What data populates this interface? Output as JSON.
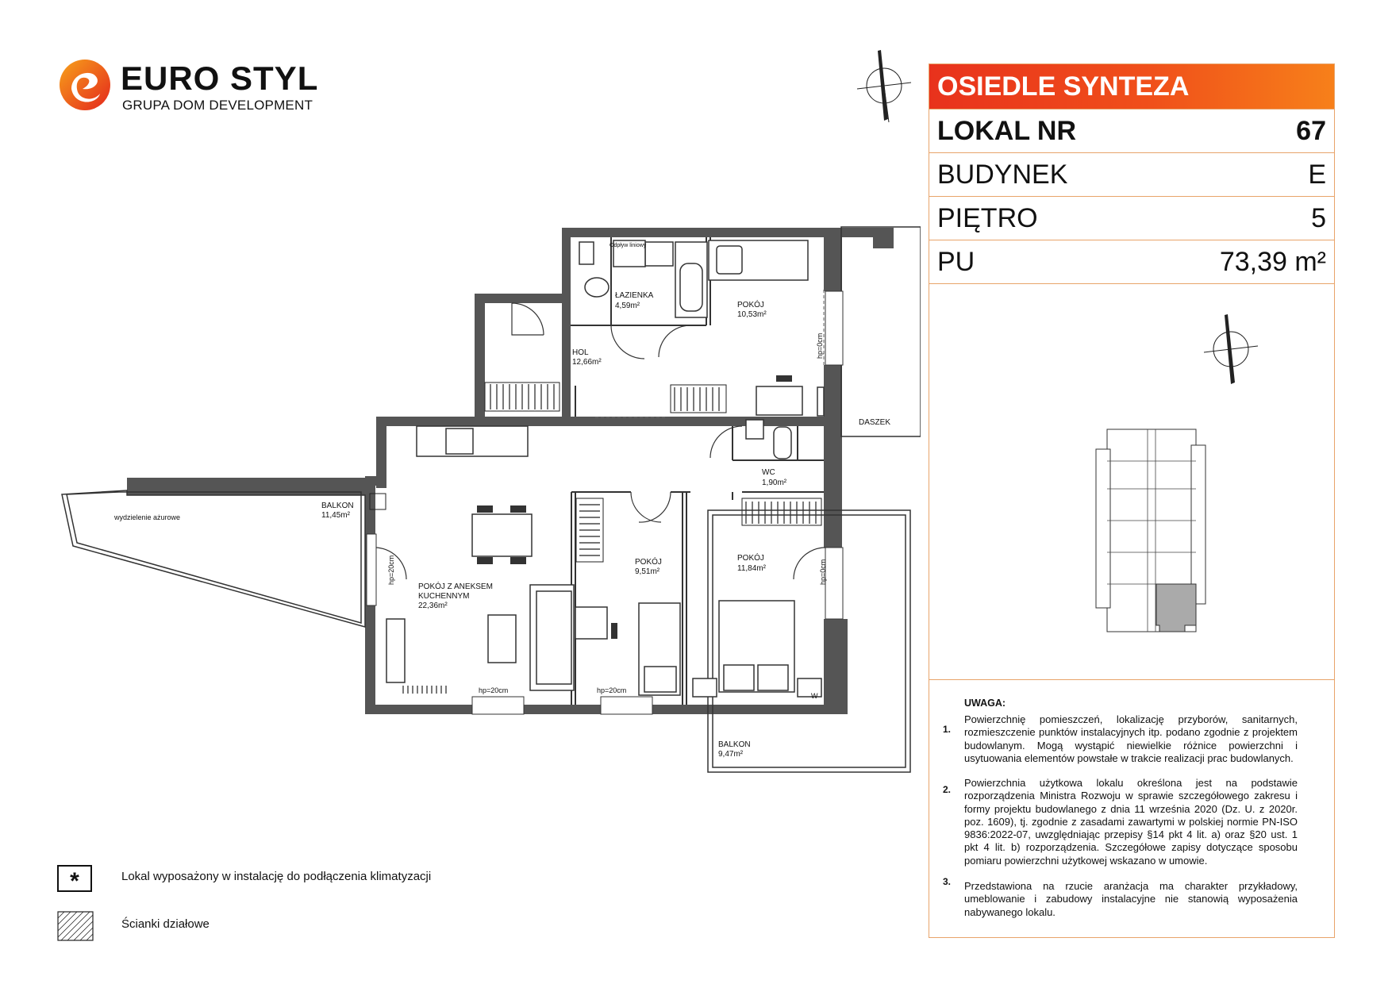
{
  "logo": {
    "brand": "EURO STYL",
    "subtitle": "GRUPA DOM DEVELOPMENT"
  },
  "info": {
    "title": "OSIEDLE SYNTEZA",
    "lokal_label": "LOKAL NR",
    "lokal_value": "67",
    "budynek_label": "BUDYNEK",
    "budynek_value": "E",
    "pietro_label": "PIĘTRO",
    "pietro_value": "5",
    "pu_label": "PU",
    "pu_value": "73,39 m²"
  },
  "notes": {
    "heading": "UWAGA:",
    "items": [
      {
        "num": "1.",
        "text": "Powierzchnię pomieszczeń, lokalizację przyborów, sanitarnych, rozmieszczenie punktów instalacyjnych itp. podano zgodnie z projektem budowlanym. Mogą wystąpić niewielkie różnice powierzchni i usytuowania elementów powstałe w trakcie realizacji prac budowlanych."
      },
      {
        "num": "2.",
        "text": "Powierzchnia użytkowa lokalu określona jest na podstawie rozporządzenia Ministra Rozwoju w sprawie szczegółowego zakresu i formy projektu budowlanego z dnia 11 września 2020 (Dz. U. z 2020r. poz. 1609), tj. zgodnie z zasadami zawartymi w polskiej normie PN-ISO 9836:2022-07, uwzględniając przepisy §14 pkt 4 lit. a) oraz §20 ust. 1 pkt 4 lit. b) rozporządzenia. Szczegółowe zapisy dotyczące sposobu pomiaru powierzchni użytkowej wskazano w umowie."
      },
      {
        "num": "3.",
        "text": "Przedstawiona na rzucie aranżacja ma charakter przykładowy, umeblowanie i zabudowy instalacyjne nie stanowią wyposażenia nabywanego lokalu."
      }
    ]
  },
  "legend": {
    "ac_symbol": "*",
    "ac_text": "Lokal wyposażony w instalację do podłączenia klimatyzacji",
    "partition_text": "Ścianki działowe"
  },
  "plan": {
    "rooms": [
      {
        "name": "ŁAZIENKA",
        "area": "4,59m²"
      },
      {
        "name": "POKÓJ",
        "area": "10,53m²"
      },
      {
        "name": "HOL",
        "area": "12,66m²"
      },
      {
        "name": "WC",
        "area": "1,90m²"
      },
      {
        "name": "POKÓJ",
        "area": "9,51m²"
      },
      {
        "name": "POKÓJ",
        "area": "11,84m²"
      },
      {
        "name": "POKÓJ Z ANEKSEM",
        "name2": "KUCHENNYM",
        "area": "22,36m²"
      },
      {
        "name": "BALKON",
        "area": "11,45m²"
      },
      {
        "name": "BALKON",
        "area": "9,47m²"
      }
    ],
    "labels": {
      "daszek": "DASZEK",
      "wydzielenie": "wydzielenie ażurowe",
      "hp20": "hp=20cm",
      "hp0": "hp=0cm",
      "w": "W",
      "odplyw": "Odpływ liniowy"
    }
  }
}
